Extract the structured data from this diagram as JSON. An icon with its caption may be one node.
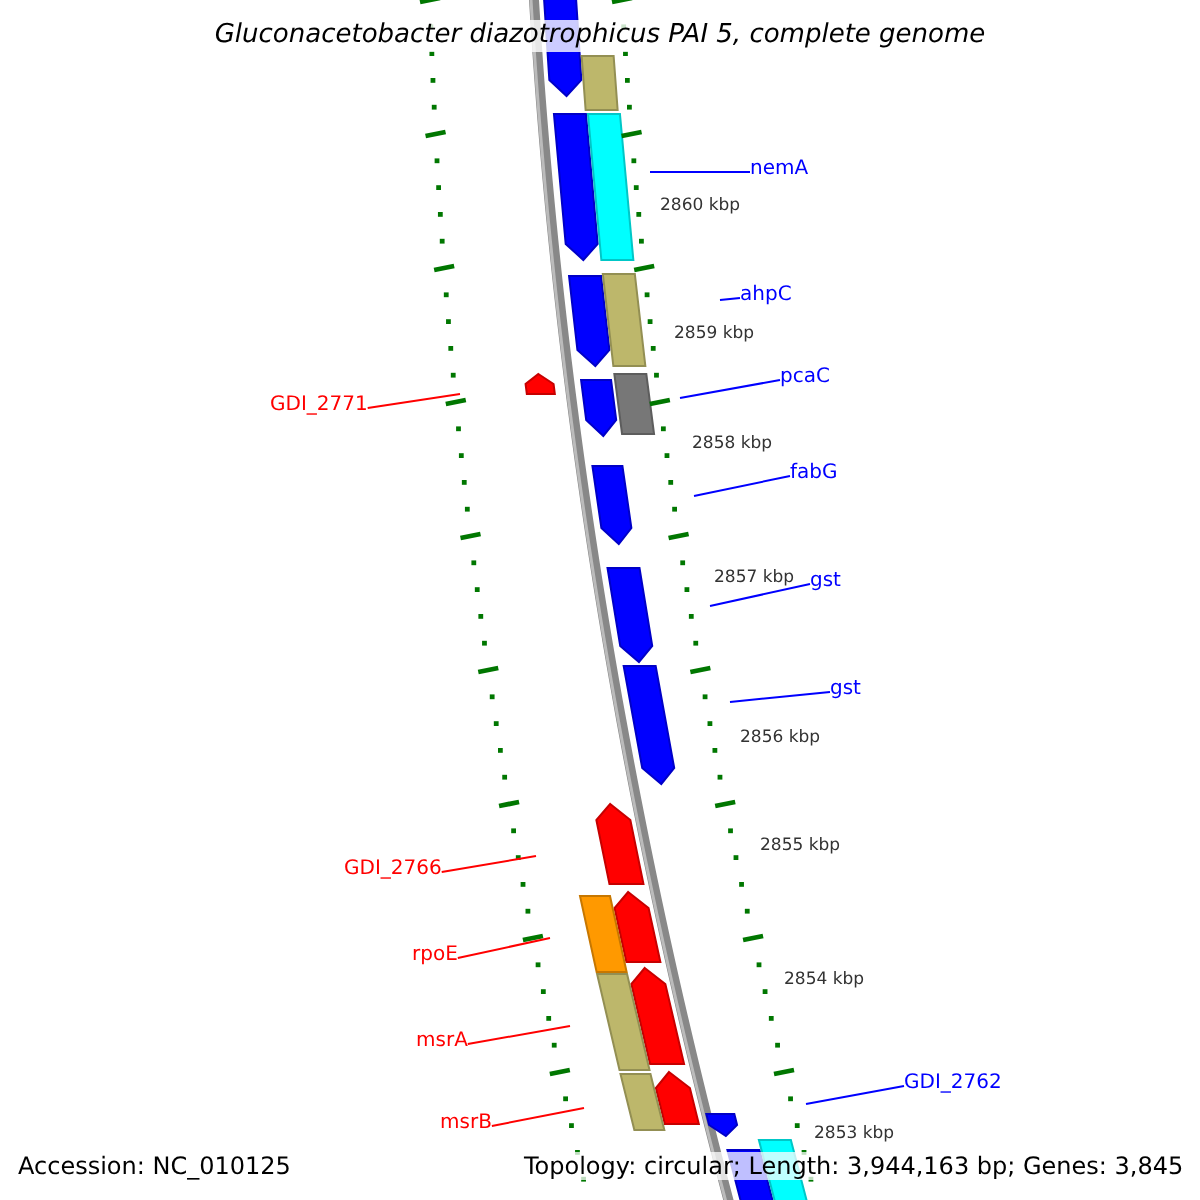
{
  "diagram": {
    "title": "Gluconacetobacter diazotrophicus PAI 5, complete genome",
    "nodes": [
      {
        "text": [
          "nemA"
        ]
      },
      {
        "text": [
          "ahpC"
        ]
      },
      {
        "text": [
          "pcaC"
        ]
      },
      {
        "text": [
          "GDI_2771"
        ]
      },
      {
        "text": [
          "fabG"
        ]
      },
      {
        "text": [
          "gst"
        ]
      },
      {
        "text": [
          "gst"
        ]
      },
      {
        "text": [
          "GDI_2766"
        ]
      },
      {
        "text": [
          "rpoE"
        ]
      },
      {
        "text": [
          "msrA"
        ]
      },
      {
        "text": [
          "GDI_2762"
        ]
      },
      {
        "text": [
          "msrB"
        ]
      }
    ],
    "edges": [
      {
        "from": 0,
        "to": null,
        "arrow": "none"
      },
      {
        "from": 1,
        "to": null,
        "arrow": "none"
      },
      {
        "from": 2,
        "to": null,
        "arrow": "none"
      },
      {
        "from": 3,
        "to": null,
        "arrow": "none",
        "color": "#ff0000"
      },
      {
        "from": 4,
        "to": null,
        "arrow": "none"
      },
      {
        "from": 5,
        "to": null,
        "arrow": "none"
      },
      {
        "from": 6,
        "to": null,
        "arrow": "none"
      },
      {
        "from": 7,
        "to": null,
        "arrow": "none",
        "color": "#ff0000"
      },
      {
        "from": 8,
        "to": null,
        "arrow": "none",
        "color": "#ff0000"
      },
      {
        "from": 9,
        "to": null,
        "arrow": "none",
        "color": "#ff0000"
      },
      {
        "from": 10,
        "to": null,
        "arrow": "none"
      },
      {
        "from": 11,
        "to": null,
        "arrow": "none",
        "color": "#ff0000"
      }
    ],
    "labels": [
      "2860 kbp",
      "2859 kbp",
      "2858 kbp",
      "2857 kbp",
      "2856 kbp",
      "2855 kbp",
      "2854 kbp",
      "2853 kbp",
      "Accession: NC_010125",
      "Topology: circular; Length: 3,944,163 bp; Genes: 3,845"
    ]
  }
}
